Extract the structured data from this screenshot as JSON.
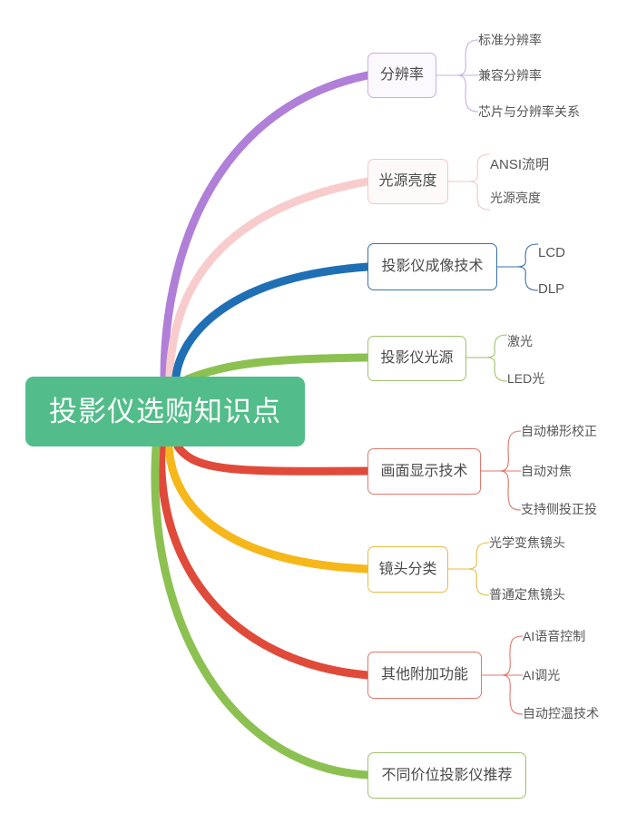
{
  "diagram": {
    "type": "mindmap",
    "title": "投影仪选购知识点",
    "root": {
      "label": "投影仪选购知识点",
      "fill_color": "#52bd8a",
      "text_color": "#ffffff"
    },
    "branches": [
      {
        "label": "分辨率",
        "color": "#b07fd8",
        "children": [
          {
            "label": "标准分辨率"
          },
          {
            "label": "兼容分辨率"
          },
          {
            "label": "芯片与分辨率关系"
          }
        ]
      },
      {
        "label": "光源亮度",
        "color": "#f5c3c3",
        "children": [
          {
            "label": "ANSI流明"
          },
          {
            "label": "光源亮度"
          }
        ]
      },
      {
        "label": "投影仪成像技术",
        "color": "#1f6fb5",
        "children": [
          {
            "label": "LCD"
          },
          {
            "label": "DLP"
          }
        ]
      },
      {
        "label": "投影仪光源",
        "color": "#72b544",
        "children": [
          {
            "label": "激光"
          },
          {
            "label": "LED光"
          }
        ]
      },
      {
        "label": "画面显示技术",
        "color": "#e04a3a",
        "children": [
          {
            "label": "自动梯形校正"
          },
          {
            "label": "自动对焦"
          },
          {
            "label": "支持侧投正投"
          }
        ]
      },
      {
        "label": "镜头分类",
        "color": "#f5b71a",
        "children": [
          {
            "label": "光学变焦镜头"
          },
          {
            "label": "普通定焦镜头"
          }
        ]
      },
      {
        "label": "其他附加功能",
        "color": "#e04a3a",
        "children": [
          {
            "label": "AI语音控制"
          },
          {
            "label": "AI调光"
          },
          {
            "label": "自动控温技术"
          }
        ]
      },
      {
        "label": "不同价位投影仪推荐",
        "color": "#72b544",
        "children": []
      }
    ]
  }
}
